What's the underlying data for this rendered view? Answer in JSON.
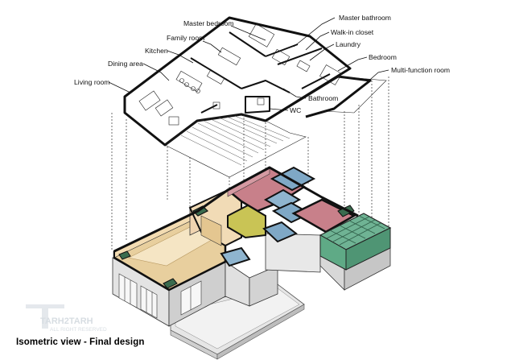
{
  "labels": {
    "master_bedroom": "Master bedroom",
    "master_bathroom": "Master bathroom",
    "walk_in_closet": "Walk-in closet",
    "family_room": "Family room",
    "laundry": "Laundry",
    "kitchen": "Kitchen",
    "bedroom": "Bedroom",
    "dining_area": "Dining area",
    "multi_function_room": "Multi-function room",
    "living_room": "Living room",
    "bathroom": "Bathroom",
    "wc": "WC"
  },
  "caption": "Isometric view - Final design",
  "watermark": {
    "brand": "TARH2TARH",
    "rights": "ALL RIGHT RESERVED"
  },
  "colors": {
    "living_floor": "#e8cf9e",
    "living_wall": "#f0d9ad",
    "pink_room": "#c8808a",
    "blue_room": "#7fa8c6",
    "yellow_room": "#c9c455",
    "green_room": "#3a6b4e",
    "glass": "#5faa86",
    "wall_gray": "#d9d9d9",
    "floor_gray": "#ececec"
  }
}
